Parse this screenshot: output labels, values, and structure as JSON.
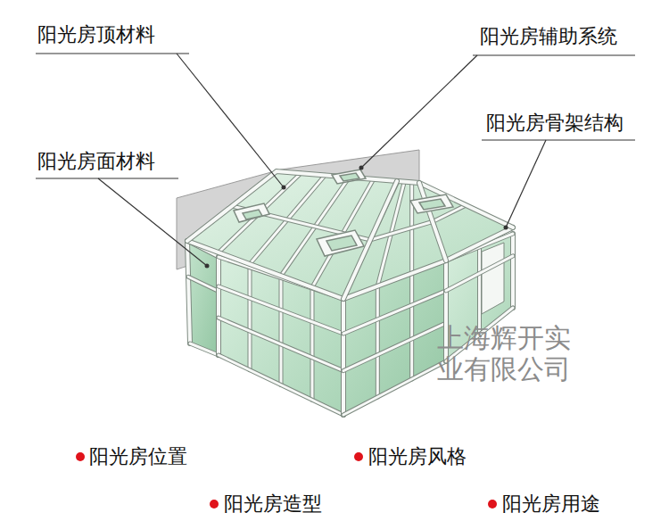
{
  "diagram": {
    "labels": [
      "阳光房顶材料",
      "阳光房辅助系统",
      "阳光房骨架结构",
      "阳光房面材料",
      "上海辉开实 业有限公司",
      "阳光房位置",
      "阳光房风格",
      "阳光房造型",
      "阳光房用途"
    ]
  }
}
